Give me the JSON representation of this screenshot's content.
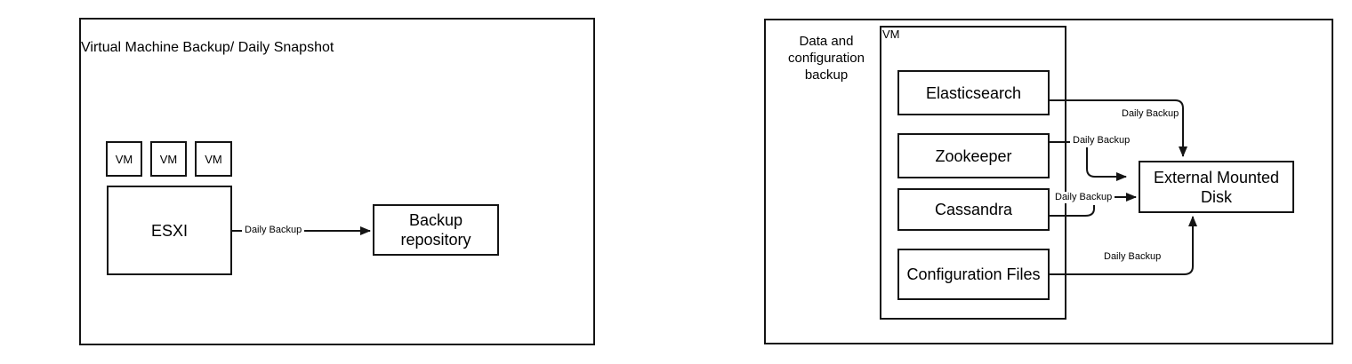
{
  "colors": {
    "stroke": "#141414",
    "text": "#000000",
    "background": "#ffffff"
  },
  "left_diagram": {
    "title": "Virtual Machine Backup/ Daily Snapshot",
    "vm_boxes": [
      {
        "label": "VM"
      },
      {
        "label": "VM"
      },
      {
        "label": "VM"
      }
    ],
    "esxi": {
      "label": "ESXI"
    },
    "backup_arrow": {
      "label": "Daily Backup"
    },
    "backup_repository": {
      "label": "Backup repository"
    }
  },
  "right_diagram": {
    "caption": "Data and configuration backup",
    "vm_container": {
      "label": "VM"
    },
    "services": [
      {
        "name": "Elasticsearch",
        "arrow_label": "Daily Backup"
      },
      {
        "name": "Zookeeper",
        "arrow_label": "Daily Backup"
      },
      {
        "name": "Cassandra",
        "arrow_label": "Daily Backup"
      },
      {
        "name": "Configuration Files",
        "arrow_label": "Daily Backup"
      }
    ],
    "external_disk": {
      "label": "External Mounted Disk"
    }
  }
}
